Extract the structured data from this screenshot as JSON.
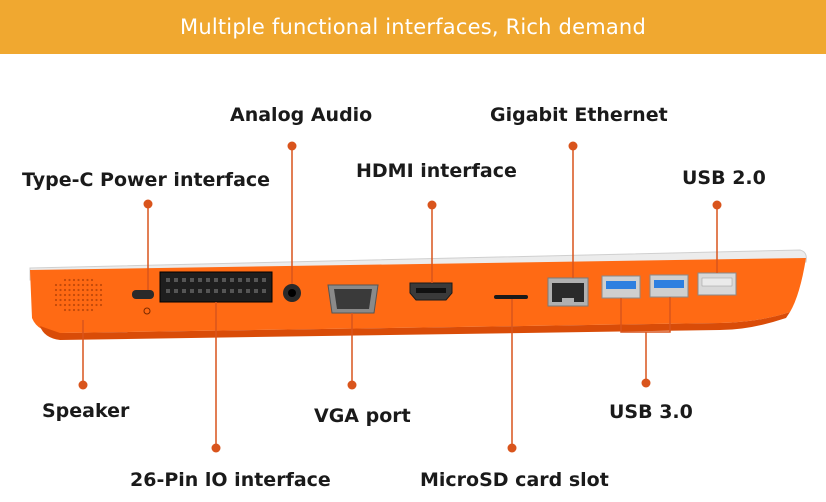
{
  "banner": {
    "text": "Multiple functional interfaces, Rich demand"
  },
  "labels": {
    "analog_audio": "Analog Audio",
    "gigabit_ethernet": "Gigabit Ethernet",
    "type_c_power": "Type-C Power interface",
    "hdmi": "HDMI interface",
    "usb2": "USB 2.0",
    "speaker": "Speaker",
    "vga": "VGA port",
    "usb3": "USB 3.0",
    "pin_io": "26-Pin lO interface",
    "microsd": "MicroSD card slot"
  },
  "colors": {
    "banner": "#f0a830",
    "device_body": "#ff6a14",
    "device_shadow": "#d94c08",
    "device_top": "#e9e9e9",
    "callout": "#d9541c",
    "usb3_blue": "#2d7fe0",
    "port_dark": "#2a2a2a"
  },
  "icons": [
    "speaker-grille-icon",
    "type-c-port-icon",
    "audio-jack-icon",
    "vga-port-icon",
    "hdmi-port-icon",
    "microsd-slot-icon",
    "ethernet-port-icon",
    "usb3-port-icon",
    "usb2-port-icon"
  ]
}
